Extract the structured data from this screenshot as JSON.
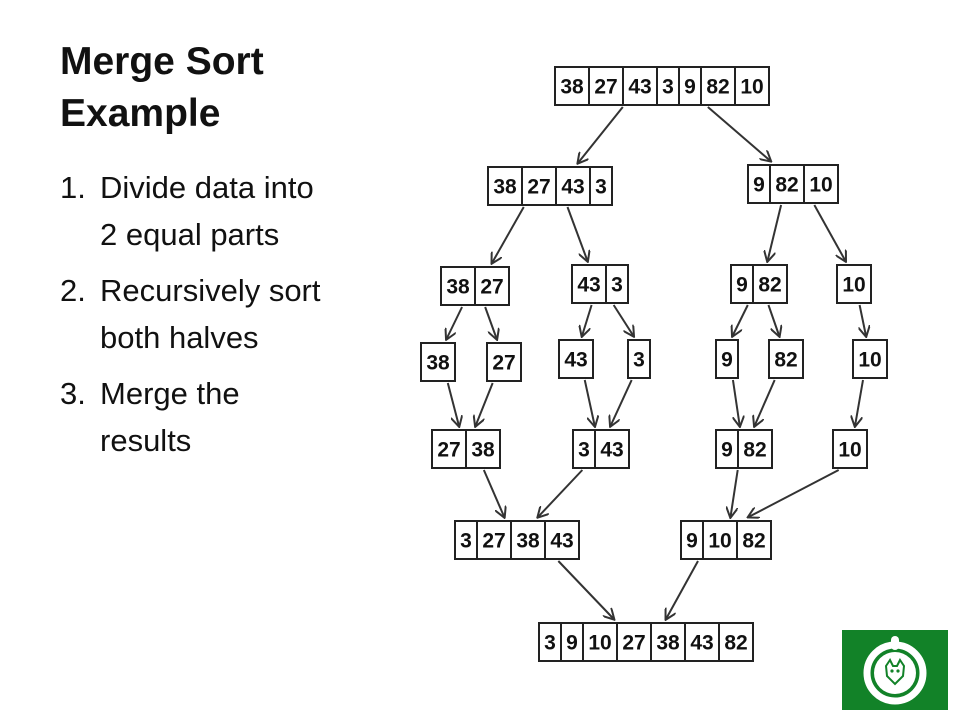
{
  "slide": {
    "title": "Merge Sort Example",
    "steps": [
      {
        "number": "1.",
        "text": "Divide data into 2 equal parts"
      },
      {
        "number": "2.",
        "text": "Recursively sort both halves"
      },
      {
        "number": "3.",
        "text": "Merge the results"
      }
    ]
  },
  "diagram": {
    "nodes": [
      {
        "id": "root",
        "values": [
          "38",
          "27",
          "43",
          "3",
          "9",
          "82",
          "10"
        ]
      },
      {
        "id": "L",
        "values": [
          "38",
          "27",
          "43",
          "3"
        ]
      },
      {
        "id": "R",
        "values": [
          "9",
          "82",
          "10"
        ]
      },
      {
        "id": "LL",
        "values": [
          "38",
          "27"
        ]
      },
      {
        "id": "LR",
        "values": [
          "43",
          "3"
        ]
      },
      {
        "id": "RL",
        "values": [
          "9",
          "82"
        ]
      },
      {
        "id": "RR",
        "values": [
          "10"
        ]
      },
      {
        "id": "s1",
        "values": [
          "38"
        ]
      },
      {
        "id": "s2",
        "values": [
          "27"
        ]
      },
      {
        "id": "s3",
        "values": [
          "43"
        ]
      },
      {
        "id": "s4",
        "values": [
          "3"
        ]
      },
      {
        "id": "s5",
        "values": [
          "9"
        ]
      },
      {
        "id": "s6",
        "values": [
          "82"
        ]
      },
      {
        "id": "s7",
        "values": [
          "10"
        ]
      },
      {
        "id": "mLL",
        "values": [
          "27",
          "38"
        ]
      },
      {
        "id": "mLR",
        "values": [
          "3",
          "43"
        ]
      },
      {
        "id": "mRL",
        "values": [
          "9",
          "82"
        ]
      },
      {
        "id": "mRR",
        "values": [
          "10"
        ]
      },
      {
        "id": "mL",
        "values": [
          "3",
          "27",
          "38",
          "43"
        ]
      },
      {
        "id": "mR",
        "values": [
          "9",
          "10",
          "82"
        ]
      },
      {
        "id": "final",
        "values": [
          "3",
          "9",
          "10",
          "27",
          "38",
          "43",
          "82"
        ]
      }
    ],
    "edges": [
      [
        "root",
        "L"
      ],
      [
        "root",
        "R"
      ],
      [
        "L",
        "LL"
      ],
      [
        "L",
        "LR"
      ],
      [
        "R",
        "RL"
      ],
      [
        "R",
        "RR"
      ],
      [
        "LL",
        "s1"
      ],
      [
        "LL",
        "s2"
      ],
      [
        "LR",
        "s3"
      ],
      [
        "LR",
        "s4"
      ],
      [
        "RL",
        "s5"
      ],
      [
        "RL",
        "s6"
      ],
      [
        "RR",
        "s7"
      ],
      [
        "s1",
        "mLL"
      ],
      [
        "s2",
        "mLL"
      ],
      [
        "s3",
        "mLR"
      ],
      [
        "s4",
        "mLR"
      ],
      [
        "s5",
        "mRL"
      ],
      [
        "s6",
        "mRL"
      ],
      [
        "s7",
        "mRR"
      ],
      [
        "mLL",
        "mL"
      ],
      [
        "mLR",
        "mL"
      ],
      [
        "mRL",
        "mR"
      ],
      [
        "mRR",
        "mR"
      ],
      [
        "mL",
        "final"
      ],
      [
        "mR",
        "final"
      ]
    ]
  },
  "logo": {
    "icon": "wolf-seal-icon",
    "background": "#128228"
  }
}
